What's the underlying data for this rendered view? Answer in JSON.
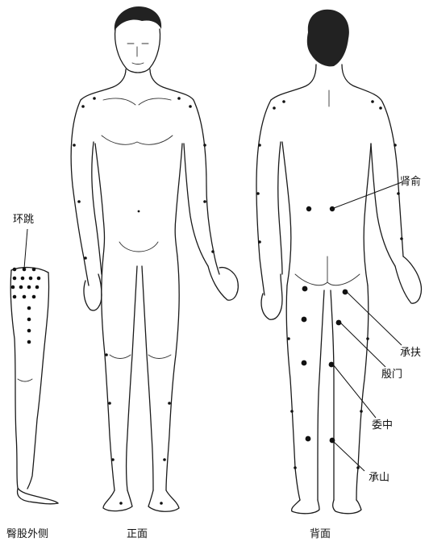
{
  "figure": {
    "captions": {
      "side": "臀股外侧",
      "front": "正面",
      "back": "背面"
    },
    "labels": {
      "huantiao": "环跳",
      "shenshu": "肾俞",
      "chengfu": "承扶",
      "yinmen": "殷门",
      "weizhong": "委中",
      "chengshan": "承山"
    },
    "colors": {
      "ink": "#111111",
      "paper": "#ffffff"
    }
  }
}
